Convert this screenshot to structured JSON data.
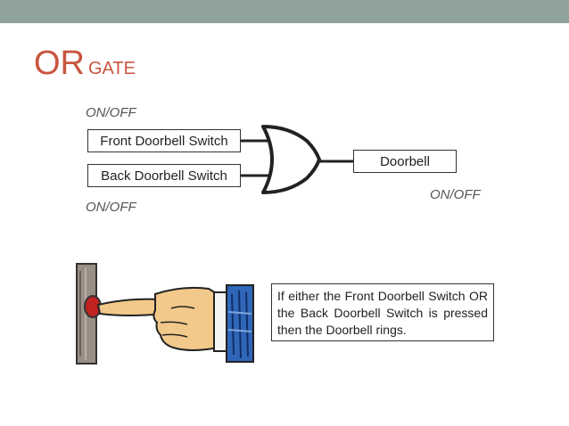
{
  "slide": {
    "title_main": "OR",
    "title_sub": "GATE",
    "top_bar_color": "#8fa39a",
    "title_color": "#c8553f"
  },
  "diagram": {
    "input_a_state": "ON/OFF",
    "input_b_state": "ON/OFF",
    "output_state": "ON/OFF",
    "input_a_label": "Front Doorbell Switch",
    "input_b_label": "Back Doorbell Switch",
    "output_label": "Doorbell",
    "gate_icon": "or-gate-icon"
  },
  "caption": {
    "text": "If either the Front Doorbell Switch OR the Back Doorbell Switch is pressed then the Doorbell rings."
  },
  "illustration": {
    "icon": "pointing-hand-pressing-doorbell-icon"
  }
}
